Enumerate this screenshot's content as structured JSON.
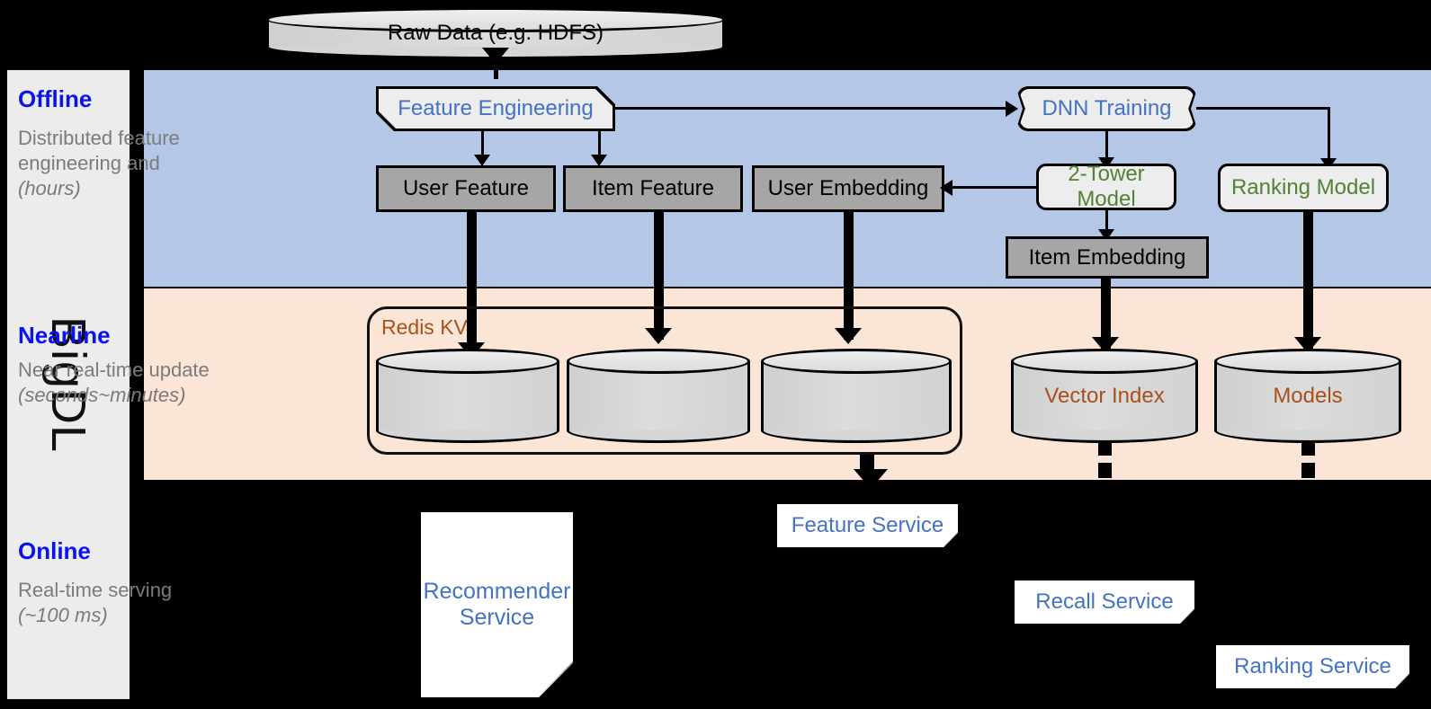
{
  "brand": {
    "label": "BigDL"
  },
  "source": {
    "label": "Raw Data (e.g. HDFS)"
  },
  "bands": [
    {
      "title": "Offline",
      "subtitle": "Distributed feature engineering and ",
      "subtitle_em": "(hours)"
    },
    {
      "title": "Nearline",
      "subtitle": "Near real-time update ",
      "subtitle_em": "(seconds~minutes)"
    },
    {
      "title": "Online",
      "subtitle": "Real-time serving ",
      "subtitle_em": "(~100 ms)"
    }
  ],
  "offline": {
    "feature_engineering": "Feature Engineering",
    "dnn_training": "DNN Training",
    "user_feature": "User Feature",
    "item_feature": "Item Feature",
    "user_embedding": "User Embedding",
    "two_tower_model": "2-Tower Model",
    "ranking_model": "Ranking Model",
    "item_embedding": "Item Embedding"
  },
  "nearline": {
    "redis_group": "Redis KV",
    "store_user_feature": "",
    "store_item_feature": "",
    "store_user_embedding": "",
    "vector_index": "Vector Index",
    "models": "Models"
  },
  "online": {
    "recommender_service": "Recommender Service",
    "feature_service": "Feature Service",
    "recall_service": "Recall Service",
    "ranking_service": "Ranking Service"
  },
  "colors": {
    "offline_bg": "#b4c7e7",
    "nearline_bg": "#fbe5d6",
    "online_bg": "#000000",
    "band_title": "#0b12f0",
    "band_sub": "#7b7b7b",
    "blue_node_text": "#4472c4",
    "green_node_text": "#548235",
    "brown_node_text": "#a8501b",
    "grey_box_fill": "#a6a6a6",
    "proc_box_fill": "#ededed",
    "rail_fill": "#ececec"
  }
}
